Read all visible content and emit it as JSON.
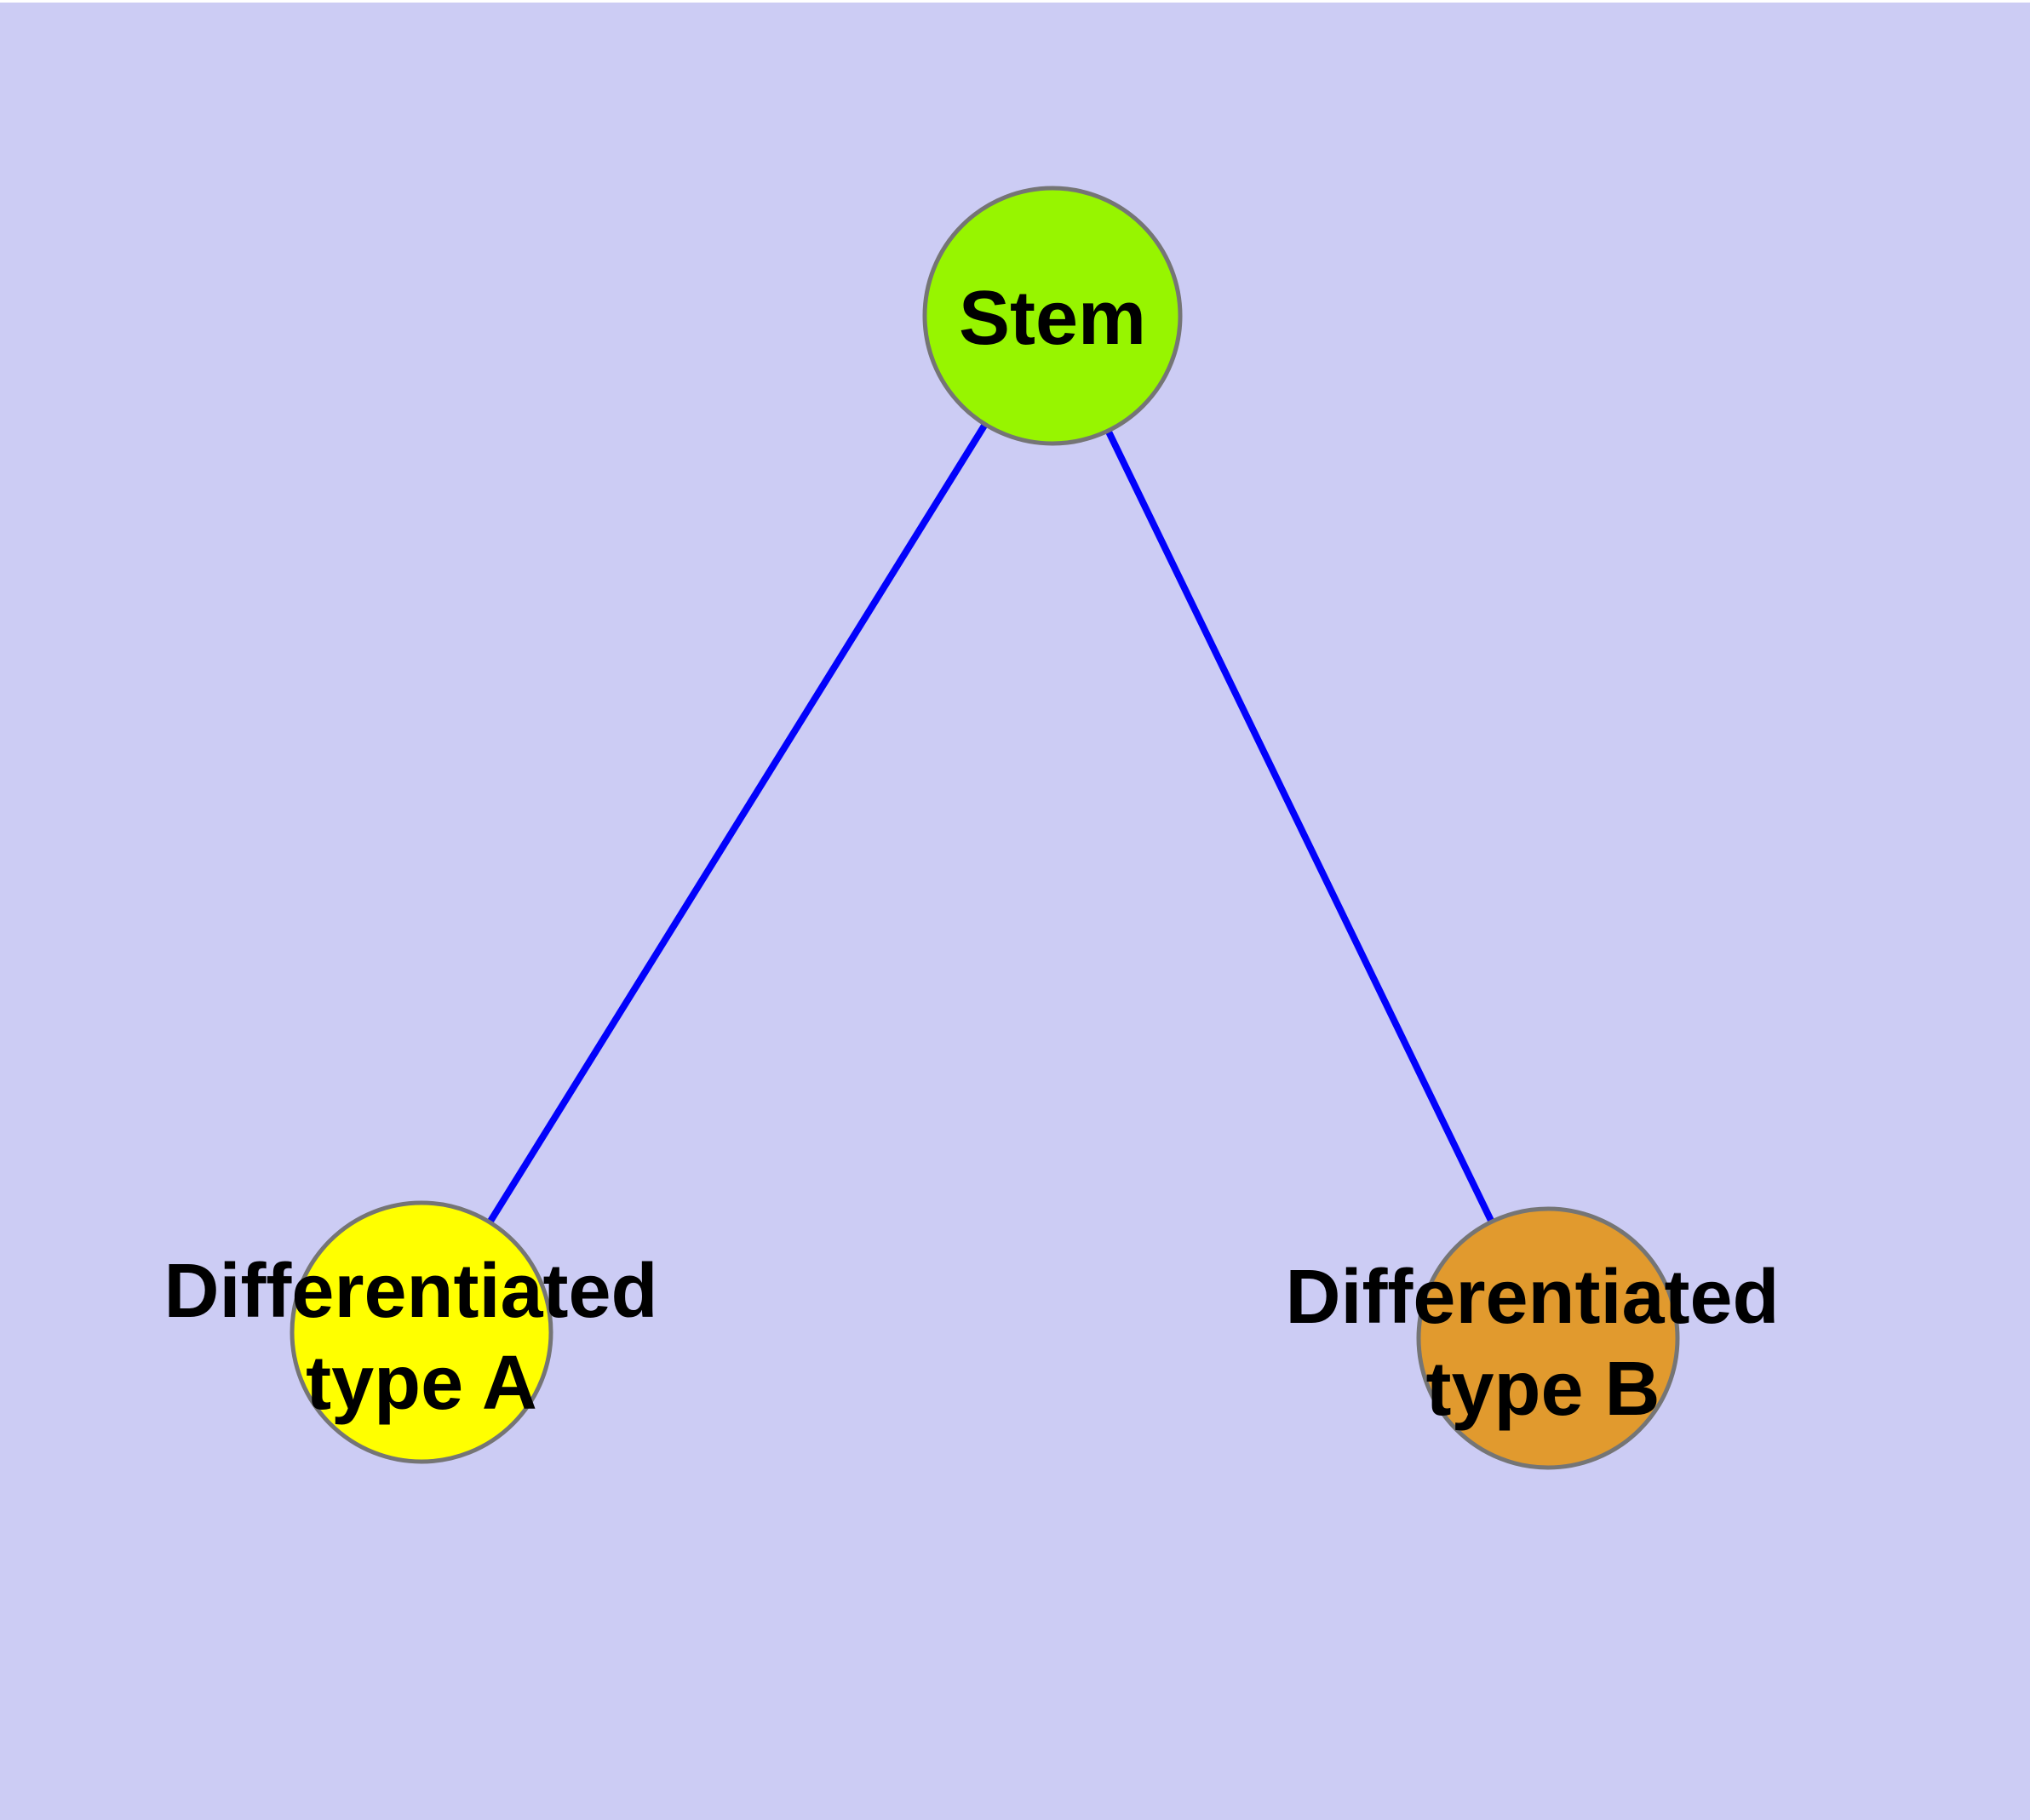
{
  "diagram": {
    "background_color": "#ccccf4",
    "top_strip_color": "#ffffff",
    "edge_color": "#0202fb",
    "node_border_color": "#757575",
    "label_color": "#000000",
    "nodes": {
      "stem": {
        "label": "Stem",
        "fill": "#97f500"
      },
      "type_a": {
        "label": "Differentiated type A",
        "label_line1": "Differentiated",
        "label_line2": "type A",
        "fill": "#ffff00"
      },
      "type_b": {
        "label": "Differentiated type B",
        "label_line1": "Differentiated",
        "label_line2": "type B",
        "fill": "#e19a2e"
      }
    },
    "edges": [
      {
        "from": "Stem",
        "to": "Differentiated type A"
      },
      {
        "from": "Stem",
        "to": "Differentiated type B"
      }
    ]
  }
}
